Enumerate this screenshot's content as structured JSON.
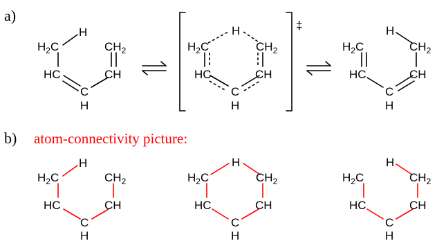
{
  "labels": {
    "part_a": "a)",
    "part_b": "b)",
    "connectivity_title": "atom-connectivity picture:",
    "transition_state": "‡"
  },
  "atoms": {
    "h": "H",
    "hc": "HC",
    "ch": "CH",
    "c": "C",
    "h2c_main": "H",
    "h2c_sub": "2",
    "h2c_tail": "C",
    "ch2_main": "CH",
    "ch2_sub": "2"
  },
  "colors": {
    "bond": "#000000",
    "connectivity": "#ff0000",
    "title": "#ff0000"
  }
}
